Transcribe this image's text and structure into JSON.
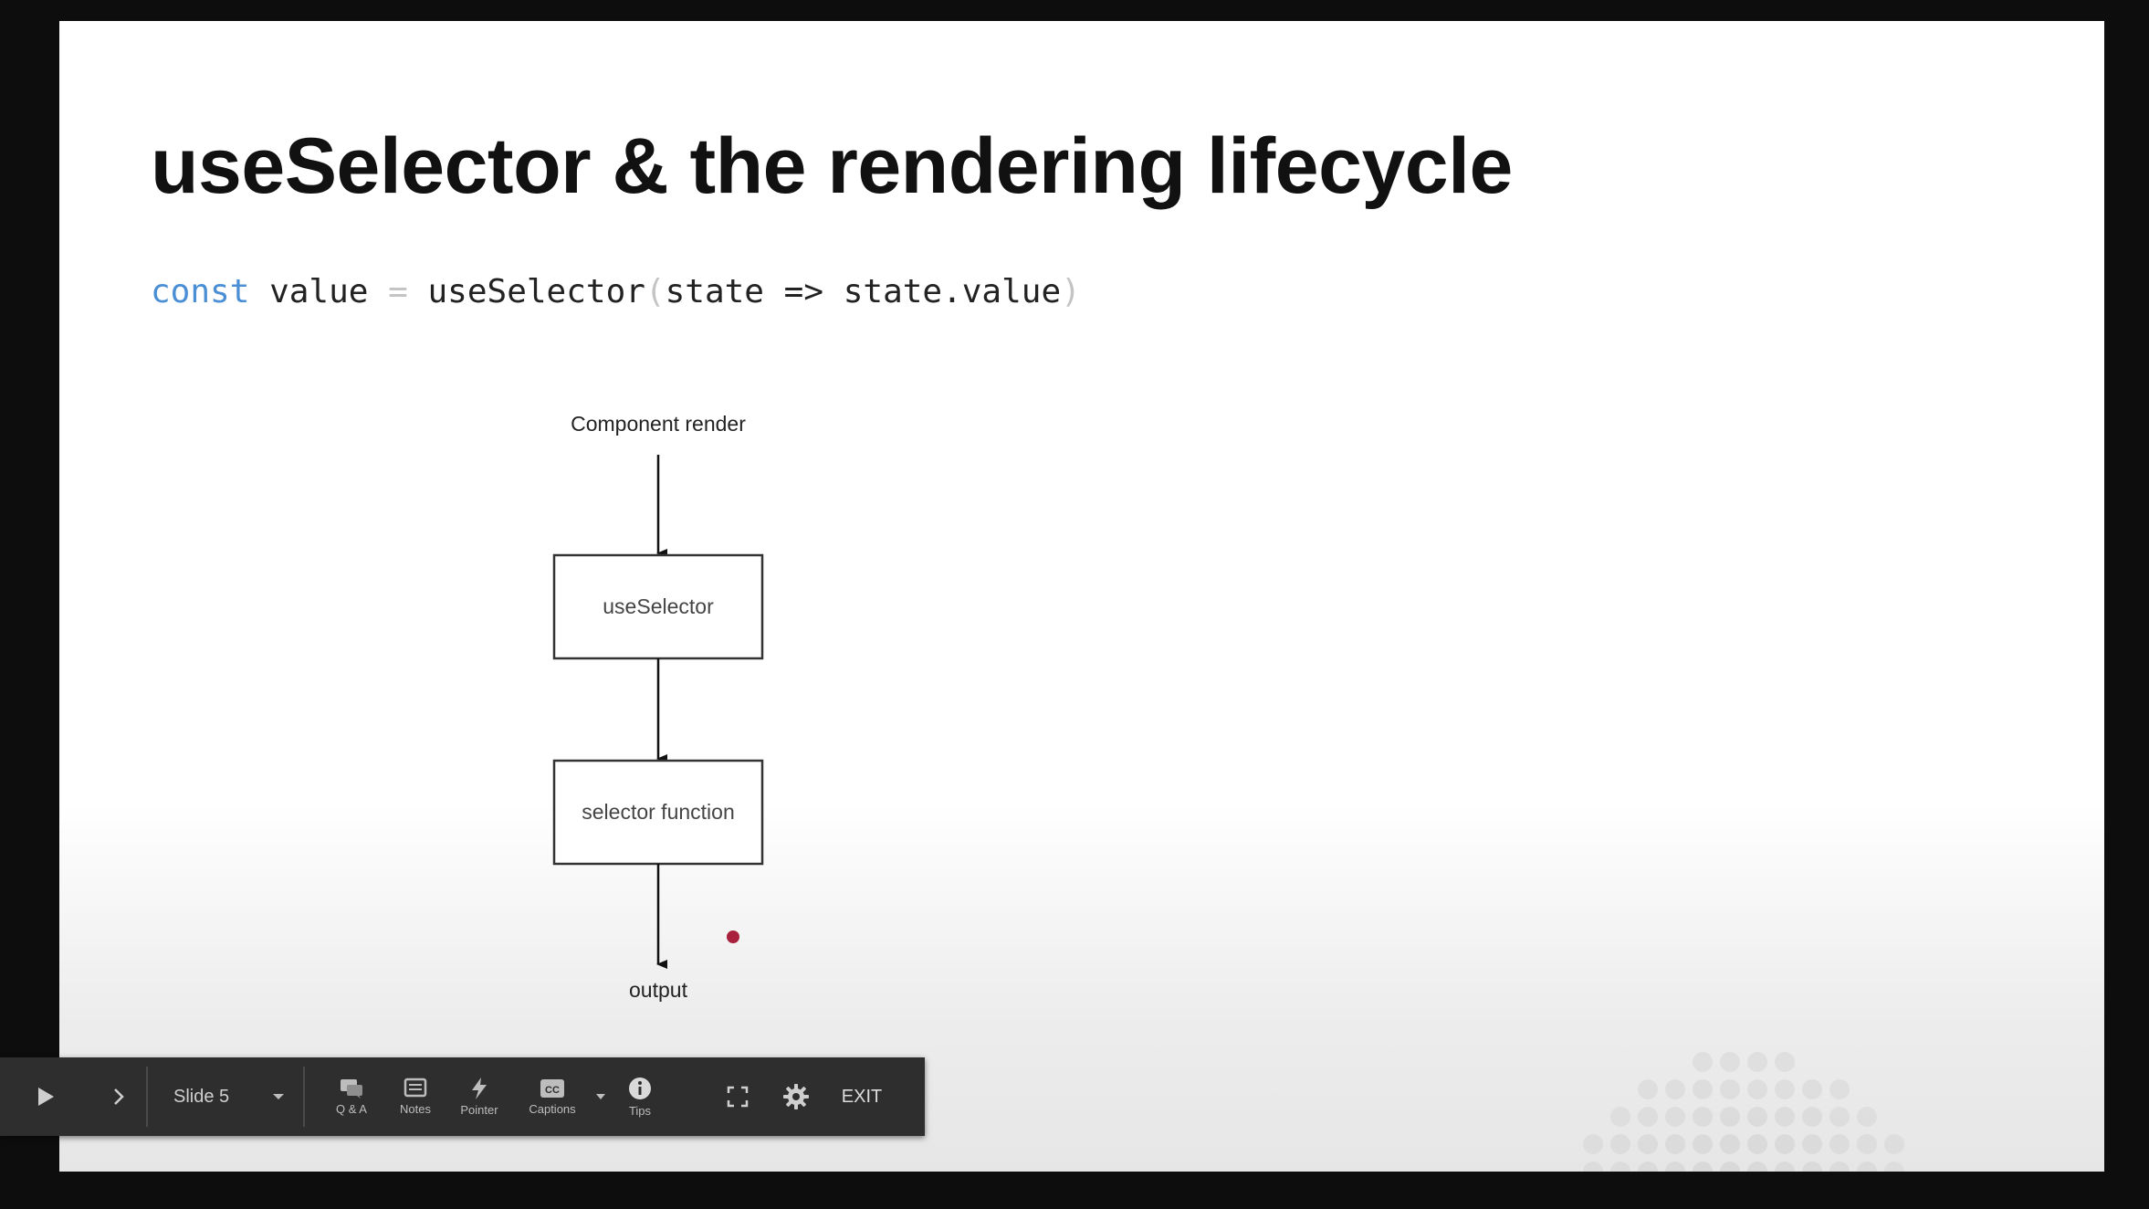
{
  "slide": {
    "title": "useSelector & the rendering lifecycle",
    "code": {
      "keyword": "const",
      "variable": "value",
      "assign": "=",
      "func": "useSelector",
      "paren_open": "(",
      "param": "state",
      "arrow": "=>",
      "body": "state.value",
      "paren_close": ")"
    },
    "diagram": {
      "start_label": "Component render",
      "box1_label": "useSelector",
      "box2_label": "selector function",
      "end_label": "output"
    },
    "pointer_color": "#a8203c"
  },
  "toolbar": {
    "play_icon": "play-icon",
    "next_icon": "chevron-right-icon",
    "slide_selector": {
      "value": "Slide 5"
    },
    "tools": [
      {
        "label": "Q & A",
        "icon": "qa-icon"
      },
      {
        "label": "Notes",
        "icon": "notes-icon"
      },
      {
        "label": "Pointer",
        "icon": "pointer-icon"
      },
      {
        "label": "Captions",
        "icon": "captions-icon"
      },
      {
        "label": "Tips",
        "icon": "info-icon"
      }
    ],
    "fullscreen_icon": "fullscreen-icon",
    "settings_icon": "gear-icon",
    "exit_label": "EXIT"
  }
}
